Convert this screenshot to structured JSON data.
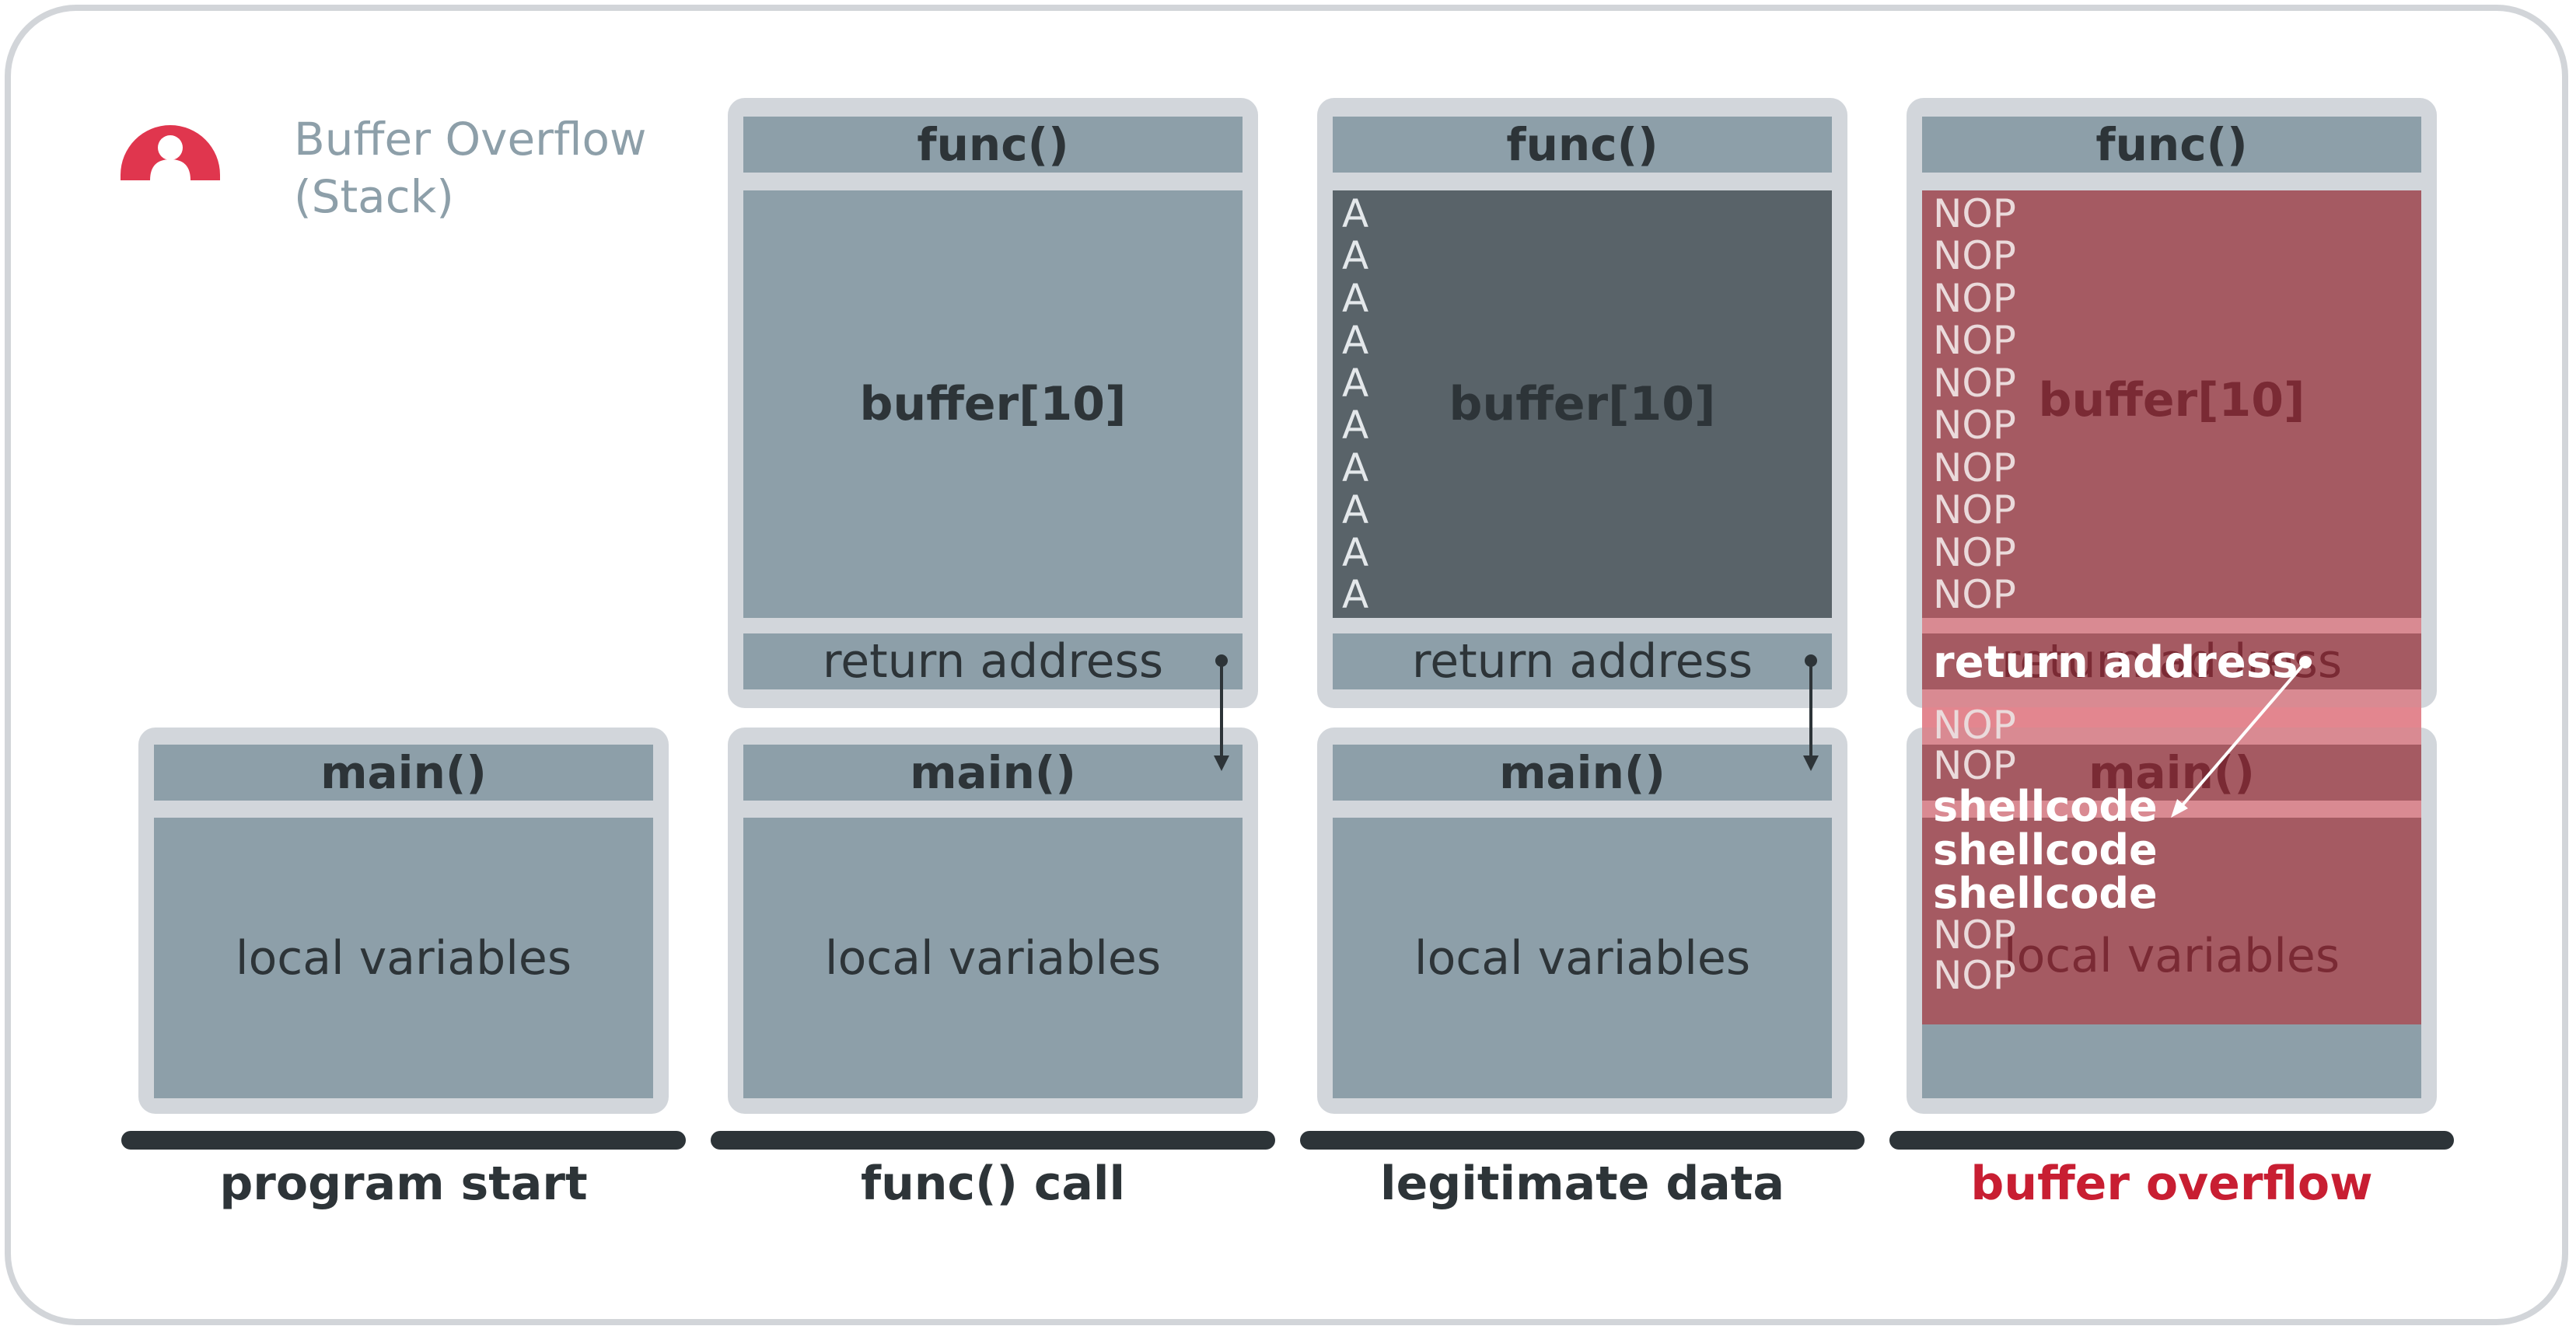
{
  "title": {
    "line1": "Buffer Overflow",
    "line2": "(Stack)"
  },
  "colors": {
    "accent": "#e0364e",
    "block": "#8d9fa9",
    "frame": "#d2d6db",
    "dark": "#596369",
    "overflow": "#a55a62",
    "text": "#2d3438"
  },
  "icon": "logo-arch-icon",
  "labels": {
    "func": "func()",
    "main": "main()",
    "buffer": "buffer[10]",
    "return_address": "return address",
    "local_variables": "local variables"
  },
  "stages": [
    "program start",
    "func() call",
    "legitimate data",
    "buffer overflow"
  ],
  "legit_data": [
    "A",
    "A",
    "A",
    "A",
    "A",
    "A",
    "A",
    "A",
    "A",
    "A"
  ],
  "overflow_buffer": [
    "NOP",
    "NOP",
    "NOP",
    "NOP",
    "NOP",
    "NOP",
    "NOP",
    "NOP",
    "NOP",
    "NOP"
  ],
  "overflow_return_address": "return address",
  "overflow_main": [
    "NOP",
    "NOP",
    "shellcode",
    "shellcode",
    "shellcode",
    "NOP",
    "NOP"
  ]
}
